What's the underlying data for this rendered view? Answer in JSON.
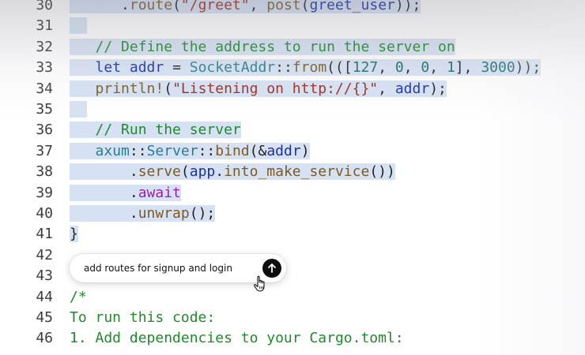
{
  "editor": {
    "lines": [
      {
        "num": "30",
        "indent": "      ",
        "tokens": [
          {
            "t": ".",
            "c": "pl"
          },
          {
            "t": "route",
            "c": "fn"
          },
          {
            "t": "(",
            "c": "pl"
          },
          {
            "t": "\"/greet\"",
            "c": "str"
          },
          {
            "t": ", ",
            "c": "pl"
          },
          {
            "t": "post",
            "c": "fn"
          },
          {
            "t": "(",
            "c": "pl"
          },
          {
            "t": "greet_user",
            "c": "var"
          },
          {
            "t": "));",
            "c": "pl"
          }
        ]
      },
      {
        "num": "31",
        "indent": "",
        "tokens": []
      },
      {
        "num": "32",
        "indent": "   ",
        "tokens": [
          {
            "t": "// Define the address to run the server on",
            "c": "cm"
          }
        ]
      },
      {
        "num": "33",
        "indent": "   ",
        "tokens": [
          {
            "t": "let",
            "c": "kw"
          },
          {
            "t": " ",
            "c": "pl"
          },
          {
            "t": "addr",
            "c": "var"
          },
          {
            "t": " = ",
            "c": "pl"
          },
          {
            "t": "SocketAddr",
            "c": "ty"
          },
          {
            "t": "::",
            "c": "pl"
          },
          {
            "t": "from",
            "c": "fn"
          },
          {
            "t": "(([",
            "c": "pl"
          },
          {
            "t": "127",
            "c": "num"
          },
          {
            "t": ", ",
            "c": "pl"
          },
          {
            "t": "0",
            "c": "num"
          },
          {
            "t": ", ",
            "c": "pl"
          },
          {
            "t": "0",
            "c": "num"
          },
          {
            "t": ", ",
            "c": "pl"
          },
          {
            "t": "1",
            "c": "num"
          },
          {
            "t": "], ",
            "c": "pl"
          },
          {
            "t": "3000",
            "c": "num"
          },
          {
            "t": "));",
            "c": "pl"
          }
        ]
      },
      {
        "num": "34",
        "indent": "   ",
        "tokens": [
          {
            "t": "println!",
            "c": "mac"
          },
          {
            "t": "(",
            "c": "pl"
          },
          {
            "t": "\"Listening on http://{}\"",
            "c": "str"
          },
          {
            "t": ", ",
            "c": "pl"
          },
          {
            "t": "addr",
            "c": "var"
          },
          {
            "t": ");",
            "c": "pl"
          }
        ]
      },
      {
        "num": "35",
        "indent": "",
        "tokens": []
      },
      {
        "num": "36",
        "indent": "   ",
        "tokens": [
          {
            "t": "// Run the server",
            "c": "cm"
          }
        ]
      },
      {
        "num": "37",
        "indent": "   ",
        "tokens": [
          {
            "t": "axum",
            "c": "ty"
          },
          {
            "t": "::",
            "c": "pl"
          },
          {
            "t": "Server",
            "c": "ty"
          },
          {
            "t": "::",
            "c": "pl"
          },
          {
            "t": "bind",
            "c": "fn"
          },
          {
            "t": "(&",
            "c": "pl"
          },
          {
            "t": "addr",
            "c": "var"
          },
          {
            "t": ")",
            "c": "pl"
          }
        ]
      },
      {
        "num": "38",
        "indent": "       ",
        "tokens": [
          {
            "t": ".",
            "c": "pl"
          },
          {
            "t": "serve",
            "c": "fn"
          },
          {
            "t": "(",
            "c": "pl"
          },
          {
            "t": "app",
            "c": "var"
          },
          {
            "t": ".",
            "c": "pl"
          },
          {
            "t": "into_make_service",
            "c": "fn"
          },
          {
            "t": "())",
            "c": "pl"
          }
        ]
      },
      {
        "num": "39",
        "indent": "       ",
        "tokens": [
          {
            "t": ".",
            "c": "pl"
          },
          {
            "t": "await",
            "c": "aw"
          }
        ]
      },
      {
        "num": "40",
        "indent": "       ",
        "tokens": [
          {
            "t": ".",
            "c": "pl"
          },
          {
            "t": "unwrap",
            "c": "fn"
          },
          {
            "t": "();",
            "c": "pl"
          }
        ]
      },
      {
        "num": "41",
        "indent": "",
        "tokens": [
          {
            "t": "}",
            "c": "pl"
          }
        ]
      },
      {
        "num": "42",
        "indent": "",
        "tokens": []
      },
      {
        "num": "43",
        "indent": "",
        "tokens": []
      },
      {
        "num": "44",
        "indent": "",
        "tokens": [
          {
            "t": "/*",
            "c": "cm"
          }
        ]
      },
      {
        "num": "45",
        "indent": "",
        "tokens": [
          {
            "t": "To run this code:",
            "c": "cm"
          }
        ]
      },
      {
        "num": "46",
        "indent": "",
        "tokens": [
          {
            "t": "1. Add dependencies to your Cargo.toml:",
            "c": "cm"
          }
        ]
      }
    ]
  },
  "prompt": {
    "value": "add routes for signup and login",
    "placeholder": ""
  },
  "icons": {
    "send": "arrow-up-icon",
    "cursor": "hand-pointer-icon"
  },
  "colors": {
    "selection": "#d6e2f3",
    "comment": "#1f8a2a",
    "keyword": "#1b2fa6",
    "string": "#9e2a1f",
    "send_button": "#0d0d0d"
  }
}
